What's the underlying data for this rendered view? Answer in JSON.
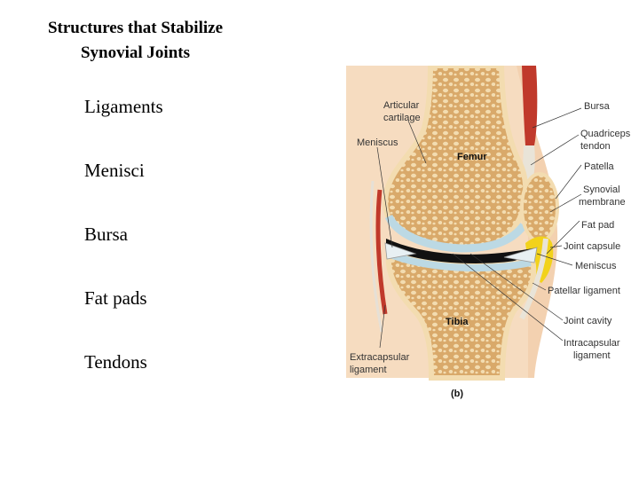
{
  "slide": {
    "title_line1": "Structures that Stabilize",
    "title_line2": "Synovial Joints",
    "bullets": [
      {
        "label": "Ligaments"
      },
      {
        "label": "Menisci"
      },
      {
        "label": "Bursa"
      },
      {
        "label": "Fat pads"
      },
      {
        "label": "Tendons"
      }
    ]
  },
  "figure": {
    "labels": {
      "articular_cartilage_1": "Articular",
      "articular_cartilage_2": "cartilage",
      "meniscus_left": "Meniscus",
      "femur": "Femur",
      "tibia": "Tibia",
      "extracapsular_1": "Extracapsular",
      "extracapsular_2": "ligament",
      "bursa": "Bursa",
      "quadriceps_1": "Quadriceps",
      "quadriceps_2": "tendon",
      "patella": "Patella",
      "synovial_1": "Synovial",
      "synovial_2": "membrane",
      "fat_pad": "Fat pad",
      "joint_capsule": "Joint capsule",
      "meniscus_right": "Meniscus",
      "patellar_ligament": "Patellar ligament",
      "joint_cavity": "Joint cavity",
      "intracapsular_1": "Intracapsular",
      "intracapsular_2": "ligament",
      "panel": "(b)"
    },
    "colors": {
      "bone_spongy": "#e8c48a",
      "bone_cortex": "#f3dcb0",
      "cartilage": "#bcd9e4",
      "joint_cavity": "#111111",
      "muscle": "#c0392b",
      "fat_pad": "#f2d21b",
      "tissue_bg": "#f6dcc0"
    }
  }
}
